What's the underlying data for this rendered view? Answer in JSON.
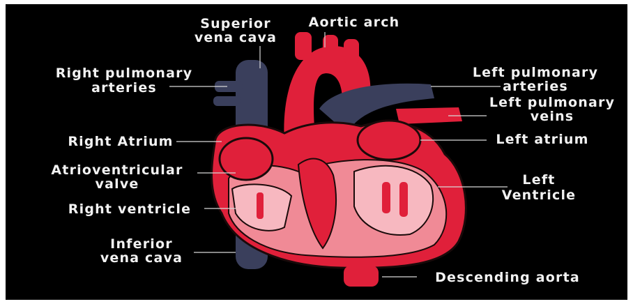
{
  "diagram": {
    "labels": {
      "superior_vena_cava_1": "Superior",
      "superior_vena_cava_2": "vena cava",
      "aortic_arch": "Aortic arch",
      "right_pulmonary_1": "Right pulmonary",
      "right_pulmonary_2": "arteries",
      "left_pulmonary_arteries_1": "Left pulmonary",
      "left_pulmonary_arteries_2": "arteries",
      "left_pulmonary_veins_1": "Left pulmonary",
      "left_pulmonary_veins_2": "veins",
      "right_atrium": "Right Atrium",
      "left_atrium": "Left  atrium",
      "av_valve_1": "Atrioventricular",
      "av_valve_2": "valve",
      "left_ventricle_1": "Left",
      "left_ventricle_2": "Ventricle",
      "right_ventricle": "Right ventricle",
      "inferior_vena_cava_1": "Inferior",
      "inferior_vena_cava_2": "vena cava",
      "descending_aorta": "Descending aorta"
    },
    "colors": {
      "background": "#000000",
      "oxygenated": "#e0203a",
      "deoxygenated": "#3a3f5c",
      "muscle": "#f08a96",
      "muscle_light": "#f7b8c0",
      "outline": "#1a0a0a"
    }
  }
}
